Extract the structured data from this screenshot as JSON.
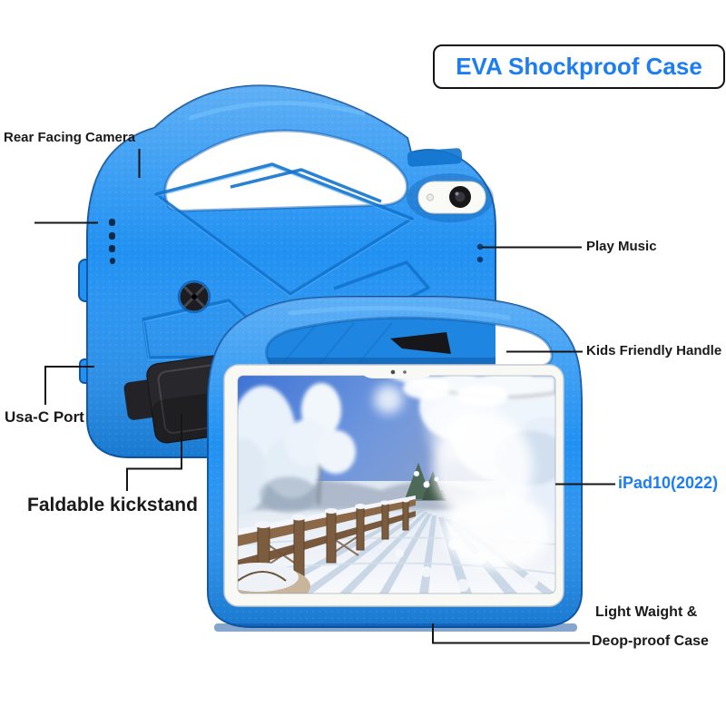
{
  "title": {
    "label": "EVA Shockproof Case"
  },
  "callouts": {
    "rear_camera": {
      "label": "Rear Facing Camera"
    },
    "play_music": {
      "label": "Play Music"
    },
    "kids_handle": {
      "label": "Kids Friendly Handle"
    },
    "usb_port": {
      "label": "Usa-C Port"
    },
    "kickstand": {
      "label": "Faldable kickstand"
    },
    "model": {
      "label": "iPad10(2022)"
    },
    "lightweight": {
      "line1": "Light Waight &",
      "line2": "Deop-proof Case"
    }
  },
  "colors": {
    "title_text": "#1c7ef0",
    "model_text": "#1c7ef0",
    "label_text": "#1a1a1a",
    "line_black": "#151515",
    "case_blue": "#2191f2",
    "case_blue_dark": "#1273cd",
    "case_blue_deep": "#0d57a6",
    "case_blue_light": "#55b0f7",
    "case_blue_through": "#1e86e0",
    "kickstand_black": "#28282c",
    "bezel_white": "#f8f8f5"
  }
}
